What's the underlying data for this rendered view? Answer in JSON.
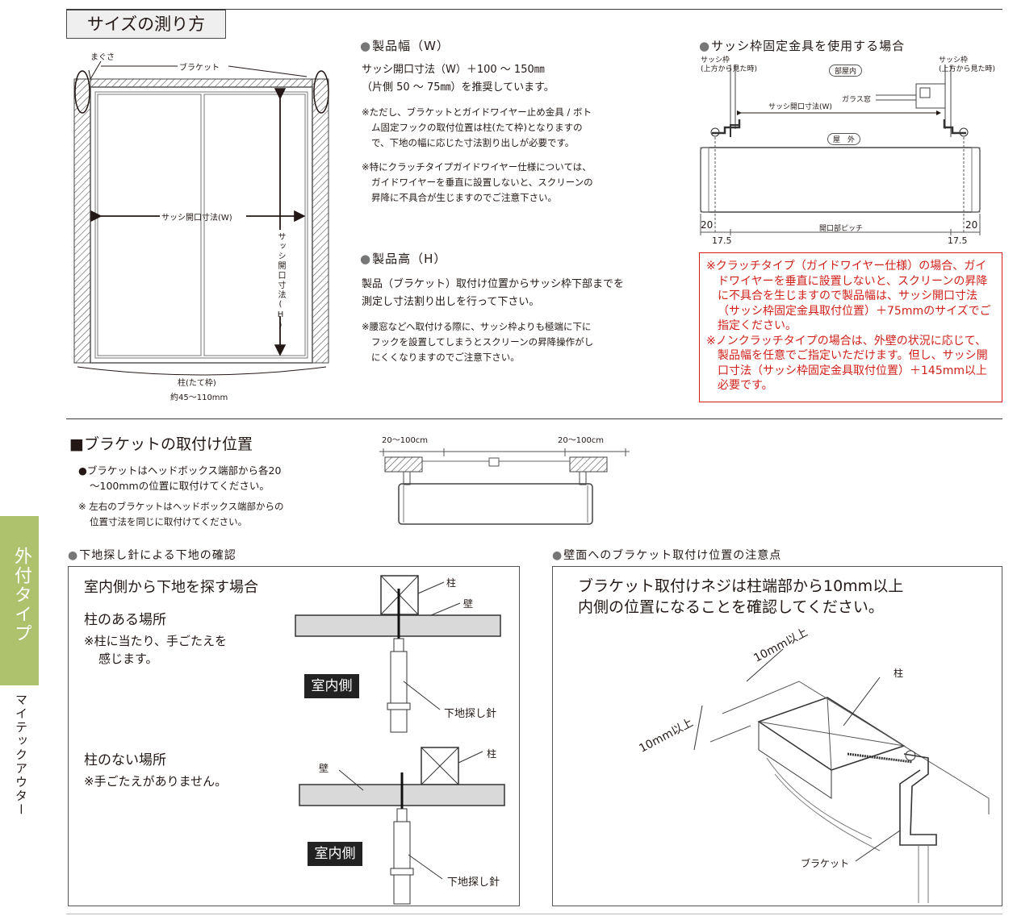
{
  "header": {
    "title": "サイズの測り方"
  },
  "width_section": {
    "heading": "製品幅（W）",
    "line1": "サッシ開口寸法（W）＋100 ～ 150㎜",
    "line2": "（片側 50 ～ 75㎜）を推奨しています。",
    "note1": [
      "※ただし、ブラケットとガイドワイヤー止め金具 / ボト",
      "ム固定フックの取付位置は柱(たて枠)となりますの",
      "で、下地の幅に応じた寸法割り出しが必要です。"
    ],
    "note2": [
      "※特にクラッチタイプガイドワイヤー仕様については、",
      "ガイドワイヤーを垂直に設置しないと、スクリーンの",
      "昇降に不具合が生じますのでご注意下さい。"
    ]
  },
  "height_section": {
    "heading": "製品高（H）",
    "line1": "製品（ブラケット）取付け位置からサッシ枠下部までを",
    "line2": "測定し寸法割り出しを行って下さい。",
    "note": [
      "※腰窓などへ取付ける際に、サッシ枠よりも極端に下に",
      "フックを設置してしまうとスクリーンの昇降操作がし",
      "にくくなりますのでご注意下さい。"
    ]
  },
  "left_diagram": {
    "magusa": "まぐさ",
    "bracket": "ブラケット",
    "sash_w": "サッシ開口寸法(W)",
    "sash_h": "サッシ開口寸法(H)",
    "pillar": "柱(たて枠)",
    "pillar_size": "約45～110mm"
  },
  "fixture_section": {
    "heading": "サッシ枠固定金具を使用する場合",
    "sash_left": [
      "サッシ枠",
      "(上方から見た時)"
    ],
    "sash_right": [
      "サッシ枠",
      "(上方から見た時)"
    ],
    "indoor": "部屋内",
    "glass": "ガラス窓",
    "sash_w": "サッシ開口寸法(W)",
    "outdoor": "屋　外",
    "dim20_left": "20",
    "dim20_right": "20",
    "pitch": "開口部ピッチ",
    "dim175_left": "17.5",
    "dim175_right": "17.5"
  },
  "warning": [
    "※クラッチタイプ（ガイドワイヤー仕様）の場合、ガイドワイヤーを垂直に設置しないと、スクリーンの昇降に不具合を生じますので製品幅は、サッシ開口寸法（サッシ枠固定金具取付位置）＋75mmのサイズでご指定ください。",
    "※ノンクラッチタイプの場合は、外壁の状況に応じて、製品幅を任意でご指定いただけます。但し、サッシ開口寸法（サッシ枠固定金具取付位置）＋145mm以上必要です。"
  ],
  "bracket_section": {
    "heading": "■ブラケットの取付け位置",
    "bullet": [
      "●ブラケットはヘッドボックス端部から各20",
      "～100mmの位置に取付けてください。"
    ],
    "note": [
      "※ 左右のブラケットはヘッドボックス端部からの",
      "位置寸法を同じに取付けてください。"
    ],
    "dim_left": "20～100cm",
    "dim_right": "20～100cm"
  },
  "probe_section": {
    "heading": "下地探し針による下地の確認",
    "title": "室内側から下地を探す場合",
    "with_pillar": "柱のある場所",
    "with_pillar_note": [
      "※柱に当たり、手ごたえを",
      "感じます。"
    ],
    "without_pillar": "柱のない場所",
    "without_pillar_note": "※手ごたえがありません。",
    "pillar": "柱",
    "wall": "壁",
    "indoor": "室内側",
    "probe": "下地探し針"
  },
  "wall_section": {
    "heading": "壁面へのブラケット取付け位置の注意点",
    "text": [
      "ブラケット取付けネジは柱端部から10mm以上",
      "内側の位置になることを確認してください。"
    ],
    "dim1": "10mm以上",
    "dim2": "10mm以上",
    "pillar": "柱",
    "bracket": "ブラケット"
  },
  "side_tab": {
    "type": "外付タイプ",
    "product": "マイテックアウター"
  },
  "colors": {
    "accent_green": "#aec16d",
    "warning_red": "#d0201a"
  }
}
